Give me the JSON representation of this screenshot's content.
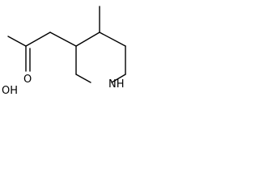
{
  "molecule": {
    "atoms": {
      "nitrogen_label": "NH",
      "oxygen_double_label": "O",
      "hydroxyl_label": "OH"
    }
  }
}
